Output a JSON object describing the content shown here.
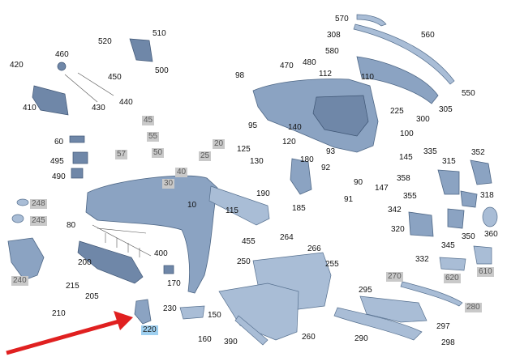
{
  "accent": {
    "highlight": "#9fd0f0",
    "grey_label": "#c9c9c9",
    "arrow": "#e02020",
    "part": "#8ba3c2"
  },
  "labels": [
    {
      "id": "570",
      "text": "570",
      "style": "plain"
    },
    {
      "id": "560",
      "text": "560",
      "style": "plain"
    },
    {
      "id": "308",
      "text": "308",
      "style": "plain"
    },
    {
      "id": "580",
      "text": "580",
      "style": "plain"
    },
    {
      "id": "550",
      "text": "550",
      "style": "plain"
    },
    {
      "id": "510",
      "text": "510",
      "style": "plain"
    },
    {
      "id": "520",
      "text": "520",
      "style": "plain"
    },
    {
      "id": "500",
      "text": "500",
      "style": "plain"
    },
    {
      "id": "460",
      "text": "460",
      "style": "plain"
    },
    {
      "id": "420",
      "text": "420",
      "style": "plain"
    },
    {
      "id": "450",
      "text": "450",
      "style": "plain"
    },
    {
      "id": "440",
      "text": "440",
      "style": "plain"
    },
    {
      "id": "430",
      "text": "430",
      "style": "plain"
    },
    {
      "id": "410",
      "text": "410",
      "style": "plain"
    },
    {
      "id": "470",
      "text": "470",
      "style": "plain"
    },
    {
      "id": "480",
      "text": "480",
      "style": "plain"
    },
    {
      "id": "98",
      "text": "98",
      "style": "plain"
    },
    {
      "id": "112",
      "text": "112",
      "style": "plain"
    },
    {
      "id": "110",
      "text": "110",
      "style": "plain"
    },
    {
      "id": "300",
      "text": "300",
      "style": "plain"
    },
    {
      "id": "305",
      "text": "305",
      "style": "plain"
    },
    {
      "id": "225",
      "text": "225",
      "style": "plain"
    },
    {
      "id": "95",
      "text": "95",
      "style": "plain"
    },
    {
      "id": "140",
      "text": "140",
      "style": "plain"
    },
    {
      "id": "100",
      "text": "100",
      "style": "plain"
    },
    {
      "id": "120",
      "text": "120",
      "style": "plain"
    },
    {
      "id": "125",
      "text": "125",
      "style": "plain"
    },
    {
      "id": "130",
      "text": "130",
      "style": "plain"
    },
    {
      "id": "93",
      "text": "93",
      "style": "plain"
    },
    {
      "id": "145",
      "text": "145",
      "style": "plain"
    },
    {
      "id": "335",
      "text": "335",
      "style": "plain"
    },
    {
      "id": "352",
      "text": "352",
      "style": "plain"
    },
    {
      "id": "180",
      "text": "180",
      "style": "plain"
    },
    {
      "id": "92",
      "text": "92",
      "style": "plain"
    },
    {
      "id": "315",
      "text": "315",
      "style": "plain"
    },
    {
      "id": "90",
      "text": "90",
      "style": "plain"
    },
    {
      "id": "147",
      "text": "147",
      "style": "plain"
    },
    {
      "id": "358",
      "text": "358",
      "style": "plain"
    },
    {
      "id": "190",
      "text": "190",
      "style": "plain"
    },
    {
      "id": "91",
      "text": "91",
      "style": "plain"
    },
    {
      "id": "185",
      "text": "185",
      "style": "plain"
    },
    {
      "id": "355",
      "text": "355",
      "style": "plain"
    },
    {
      "id": "318",
      "text": "318",
      "style": "plain"
    },
    {
      "id": "342",
      "text": "342",
      "style": "plain"
    },
    {
      "id": "320",
      "text": "320",
      "style": "plain"
    },
    {
      "id": "350",
      "text": "350",
      "style": "plain"
    },
    {
      "id": "360",
      "text": "360",
      "style": "plain"
    },
    {
      "id": "345",
      "text": "345",
      "style": "plain"
    },
    {
      "id": "332",
      "text": "332",
      "style": "plain"
    },
    {
      "id": "620",
      "text": "620",
      "style": "grey"
    },
    {
      "id": "610",
      "text": "610",
      "style": "grey"
    },
    {
      "id": "45",
      "text": "45",
      "style": "grey"
    },
    {
      "id": "55",
      "text": "55",
      "style": "grey"
    },
    {
      "id": "50",
      "text": "50",
      "style": "grey"
    },
    {
      "id": "57",
      "text": "57",
      "style": "grey"
    },
    {
      "id": "20",
      "text": "20",
      "style": "grey"
    },
    {
      "id": "25",
      "text": "25",
      "style": "grey"
    },
    {
      "id": "40",
      "text": "40",
      "style": "grey"
    },
    {
      "id": "30",
      "text": "30",
      "style": "grey"
    },
    {
      "id": "60",
      "text": "60",
      "style": "plain"
    },
    {
      "id": "495",
      "text": "495",
      "style": "plain"
    },
    {
      "id": "490",
      "text": "490",
      "style": "plain"
    },
    {
      "id": "10",
      "text": "10",
      "style": "plain"
    },
    {
      "id": "115",
      "text": "115",
      "style": "plain"
    },
    {
      "id": "248",
      "text": "248",
      "style": "grey"
    },
    {
      "id": "245",
      "text": "245",
      "style": "grey"
    },
    {
      "id": "80",
      "text": "80",
      "style": "plain"
    },
    {
      "id": "400",
      "text": "400",
      "style": "plain"
    },
    {
      "id": "240",
      "text": "240",
      "style": "grey"
    },
    {
      "id": "200",
      "text": "200",
      "style": "plain"
    },
    {
      "id": "455",
      "text": "455",
      "style": "plain"
    },
    {
      "id": "264",
      "text": "264",
      "style": "plain"
    },
    {
      "id": "266",
      "text": "266",
      "style": "plain"
    },
    {
      "id": "250",
      "text": "250",
      "style": "plain"
    },
    {
      "id": "255",
      "text": "255",
      "style": "plain"
    },
    {
      "id": "170",
      "text": "170",
      "style": "plain"
    },
    {
      "id": "215",
      "text": "215",
      "style": "plain"
    },
    {
      "id": "205",
      "text": "205",
      "style": "plain"
    },
    {
      "id": "210",
      "text": "210",
      "style": "plain"
    },
    {
      "id": "270",
      "text": "270",
      "style": "grey"
    },
    {
      "id": "295",
      "text": "295",
      "style": "plain"
    },
    {
      "id": "280",
      "text": "280",
      "style": "grey"
    },
    {
      "id": "230",
      "text": "230",
      "style": "plain"
    },
    {
      "id": "150",
      "text": "150",
      "style": "plain"
    },
    {
      "id": "220",
      "text": "220",
      "style": "highlight"
    },
    {
      "id": "160",
      "text": "160",
      "style": "plain"
    },
    {
      "id": "390",
      "text": "390",
      "style": "plain"
    },
    {
      "id": "260",
      "text": "260",
      "style": "plain"
    },
    {
      "id": "290",
      "text": "290",
      "style": "plain"
    },
    {
      "id": "297",
      "text": "297",
      "style": "plain"
    },
    {
      "id": "298",
      "text": "298",
      "style": "plain"
    }
  ]
}
